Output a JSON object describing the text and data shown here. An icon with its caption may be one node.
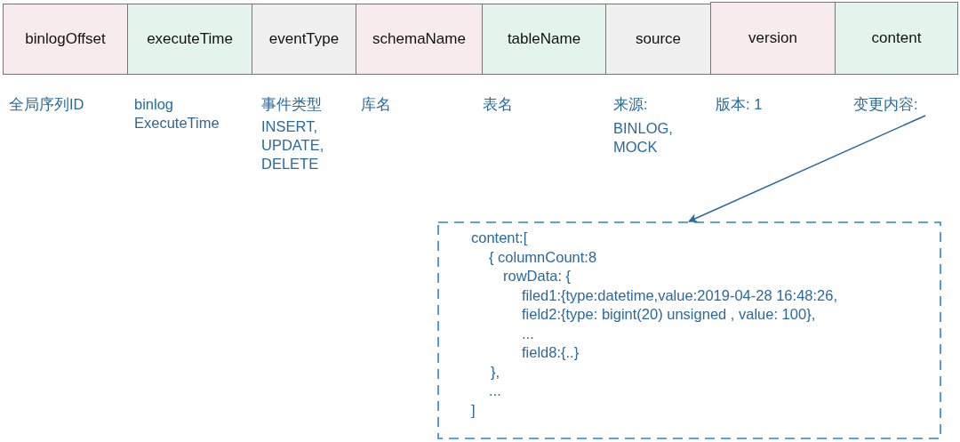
{
  "diagram": {
    "nodes": [
      {
        "text": [
          "binlogOffset"
        ]
      },
      {
        "text": [
          "executeTime"
        ]
      },
      {
        "text": [
          "eventType"
        ]
      },
      {
        "text": [
          "schemaName"
        ]
      },
      {
        "text": [
          "tableName"
        ]
      },
      {
        "text": [
          "source"
        ]
      },
      {
        "text": [
          "version"
        ]
      },
      {
        "text": [
          "content"
        ]
      },
      {
        "text": [
          "变更内容:"
        ]
      },
      {
        "text": [
          "content:[",
          "{  columnCount:8",
          "rowData: {",
          "filed1:{type:datetime,value:2019-04-28 16:48:26,",
          "field2:{type: bigint(20) unsigned , value: 100},",
          "...",
          "field8:{..}",
          "},",
          "...",
          "]"
        ]
      }
    ],
    "edges": [
      {
        "from": 8,
        "to": 9,
        "arrow": "to"
      }
    ],
    "labels": [
      "全局序列ID",
      "binlog ExecuteTime",
      "事件类型",
      "INSERT, UPDATE, DELETE",
      "库名",
      "表名",
      "来源:",
      "BINLOG, MOCK",
      "版本: 1"
    ]
  }
}
